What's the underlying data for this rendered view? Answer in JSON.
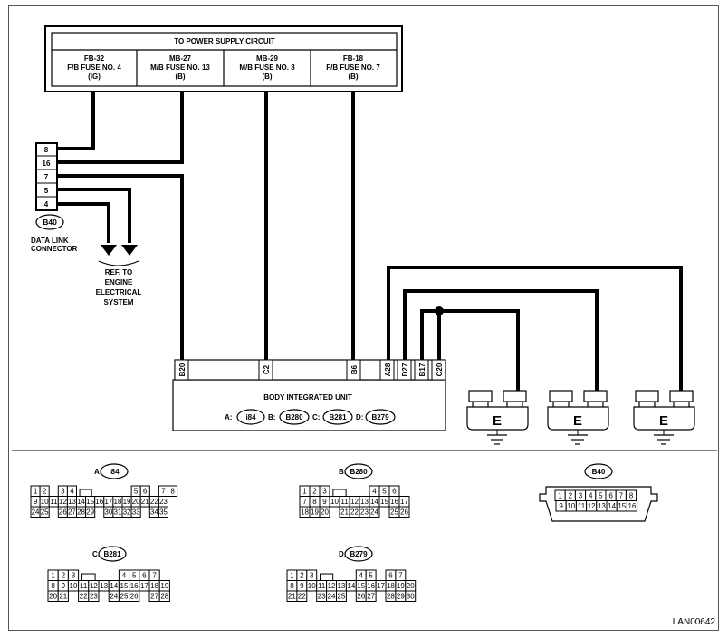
{
  "power_supply": {
    "title": "TO POWER SUPPLY CIRCUIT",
    "fuses": [
      {
        "id": "FB-32",
        "name": "F/B FUSE NO. 4",
        "type": "(IG)"
      },
      {
        "id": "MB-27",
        "name": "M/B FUSE NO. 13",
        "type": "(B)"
      },
      {
        "id": "MB-29",
        "name": "M/B FUSE NO. 8",
        "type": "(B)"
      },
      {
        "id": "FB-18",
        "name": "F/B FUSE NO. 7",
        "type": "(B)"
      }
    ]
  },
  "data_link": {
    "pins": [
      "8",
      "16",
      "7",
      "5",
      "4"
    ],
    "connector": "B40",
    "label_line1": "DATA LINK",
    "label_line2": "CONNECTOR",
    "ref_lines": [
      "REF. TO",
      "ENGINE",
      "ELECTRICAL",
      "SYSTEM"
    ]
  },
  "biu": {
    "title": "BODY INTEGRATED UNIT",
    "pins": [
      "B20",
      "C2",
      "B6",
      "A28",
      "D27",
      "B17",
      "C20"
    ],
    "connectors": [
      {
        "prefix": "A:",
        "id": "i84"
      },
      {
        "prefix": "B:",
        "id": "B280"
      },
      {
        "prefix": "C:",
        "id": "B281"
      },
      {
        "prefix": "D:",
        "id": "B279"
      }
    ]
  },
  "ground_label": "E",
  "connector_views": {
    "A": {
      "prefix": "A:",
      "id": "i84",
      "rows": [
        [
          "1",
          "2",
          "",
          "3",
          "4",
          "",
          "",
          "",
          "",
          "",
          "",
          "5",
          "6",
          "",
          "7",
          "8"
        ],
        [
          "9",
          "10",
          "11",
          "12",
          "13",
          "14",
          "15",
          "16",
          "17",
          "18",
          "19",
          "20",
          "21",
          "22",
          "23"
        ],
        [
          "24",
          "25",
          "",
          "26",
          "27",
          "28",
          "29",
          "",
          "30",
          "31",
          "32",
          "33",
          "",
          "34",
          "35"
        ]
      ]
    },
    "B": {
      "prefix": "B:",
      "id": "B280",
      "rows": [
        [
          "1",
          "2",
          "3",
          "",
          "",
          "",
          "",
          "4",
          "5",
          "6"
        ],
        [
          "7",
          "8",
          "9",
          "10",
          "11",
          "12",
          "13",
          "14",
          "15",
          "16",
          "17"
        ],
        [
          "18",
          "19",
          "20",
          "",
          "21",
          "22",
          "23",
          "24",
          "",
          "25",
          "26"
        ]
      ]
    },
    "C": {
      "prefix": "C:",
      "id": "B281",
      "rows": [
        [
          "1",
          "2",
          "3",
          "",
          "",
          "",
          "",
          "4",
          "5",
          "6",
          "7"
        ],
        [
          "8",
          "9",
          "10",
          "11",
          "12",
          "13",
          "14",
          "15",
          "16",
          "17",
          "18",
          "19"
        ],
        [
          "20",
          "21",
          "",
          "22",
          "23",
          "",
          "24",
          "25",
          "26",
          "",
          "27",
          "28"
        ]
      ]
    },
    "D": {
      "prefix": "D:",
      "id": "B279",
      "rows": [
        [
          "1",
          "2",
          "3",
          "",
          "",
          "",
          "",
          "4",
          "5",
          "",
          "6",
          "7"
        ],
        [
          "8",
          "9",
          "10",
          "11",
          "12",
          "13",
          "14",
          "15",
          "16",
          "17",
          "18",
          "19",
          "20"
        ],
        [
          "21",
          "22",
          "",
          "23",
          "24",
          "25",
          "",
          "26",
          "27",
          "",
          "28",
          "29",
          "30"
        ]
      ]
    },
    "B40": {
      "id": "B40",
      "rows": [
        [
          "1",
          "2",
          "3",
          "4",
          "5",
          "6",
          "7",
          "8"
        ],
        [
          "9",
          "10",
          "11",
          "12",
          "13",
          "14",
          "15",
          "16"
        ]
      ]
    }
  },
  "figure_code": "LAN00642"
}
